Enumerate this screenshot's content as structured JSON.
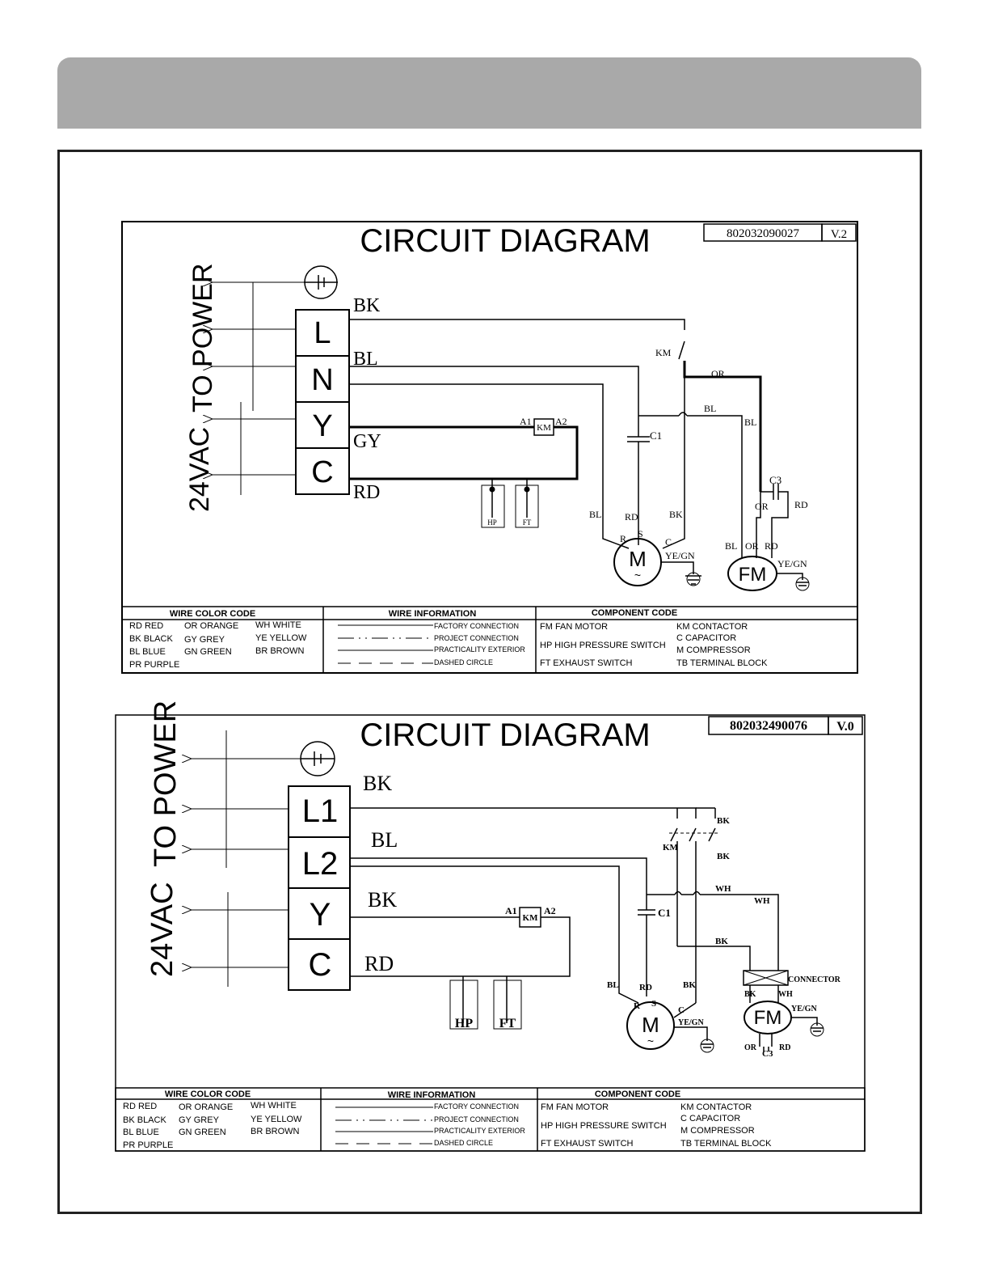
{
  "diagrams": [
    {
      "title": "CIRCUIT DIAGRAM",
      "part_number": "802032090027",
      "version": "V.2",
      "side_labels": {
        "power": "TO POWER",
        "low_voltage": "24VAC"
      },
      "terminals": [
        "L",
        "N",
        "Y",
        "C"
      ],
      "wire_labels": {
        "w1": "BK",
        "w2": "BL",
        "w3": "GY",
        "w4": "RD"
      },
      "components": {
        "contactor": "KM",
        "contactor_coil": "KM",
        "coil_a1": "A1",
        "coil_a2": "A2",
        "capacitor1": "C1",
        "capacitor3": "C3",
        "compressor": "M",
        "compressor_sub": "~",
        "fan_motor": "FM",
        "hp_switch": "HP",
        "ft_switch": "FT",
        "comp_r": "R",
        "comp_s": "S",
        "comp_c": "C",
        "comp_ground": "YE/GN",
        "fan_ground": "YE/GN"
      },
      "internal_labels": {
        "or_top": "OR",
        "bl_mid": "BL",
        "bl_right": "BL",
        "c3_or": "OR",
        "c3_rd": "RD",
        "m_bl": "BL",
        "m_rd": "RD",
        "m_bk": "BK",
        "fm_bl": "BL",
        "fm_or": "OR",
        "fm_rd": "RD"
      }
    },
    {
      "title": "CIRCUIT DIAGRAM",
      "part_number": "802032490076",
      "version": "V.0",
      "side_labels": {
        "power": "TO POWER",
        "low_voltage": "24VAC"
      },
      "terminals": [
        "L1",
        "L2",
        "Y",
        "C"
      ],
      "wire_labels": {
        "w1": "BK",
        "w2": "BL",
        "w3": "BK",
        "w4": "RD"
      },
      "components": {
        "contactor": "KM",
        "contactor_coil": "KM",
        "coil_a1": "A1",
        "coil_a2": "A2",
        "capacitor1": "C1",
        "capacitor3": "C3",
        "compressor": "M",
        "compressor_sub": "~",
        "fan_motor": "FM",
        "hp_switch": "HP",
        "ft_switch": "FT",
        "comp_r": "R",
        "comp_s": "S",
        "comp_c": "C",
        "comp_ground": "YE/GN",
        "fan_ground": "YE/GN",
        "connector": "CONNECTOR"
      },
      "internal_labels": {
        "bk_top": "BK",
        "bk_mid": "BK",
        "wh_top": "WH",
        "wh_right": "WH",
        "bk_low": "BK",
        "conn_bk": "BK",
        "conn_wh": "WH",
        "m_bl": "BL",
        "m_rd": "RD",
        "m_bk": "BK",
        "fm_or": "OR",
        "fm_rd": "RD"
      }
    }
  ],
  "legend": {
    "wire_color_header": "WIRE COLOR CODE",
    "wire_colors": [
      [
        "RD RED",
        "OR ORANGE",
        "WH WHITE"
      ],
      [
        "BK BLACK",
        "GY GREY",
        "YE YELLOW"
      ],
      [
        "BL BLUE",
        "GN GREEN",
        "BR BROWN"
      ],
      [
        "PR PURPLE",
        "",
        ""
      ]
    ],
    "wire_info_header": "WIRE INFORMATION",
    "wire_info": [
      "FACTORY CONNECTION",
      "PROJECT CONNECTION",
      "PRACTICALITY EXTERIOR",
      "DASHED CIRCLE"
    ],
    "component_header": "COMPONENT CODE",
    "component_codes": [
      [
        "FM  FAN MOTOR",
        "KM CONTACTOR"
      ],
      [
        "HP  HIGH PRESSURE SWITCH",
        "C   CAPACITOR"
      ],
      [
        "",
        "M   COMPRESSOR"
      ],
      [
        "FT   EXHAUST SWITCH",
        "TB   TERMINAL BLOCK"
      ]
    ]
  }
}
